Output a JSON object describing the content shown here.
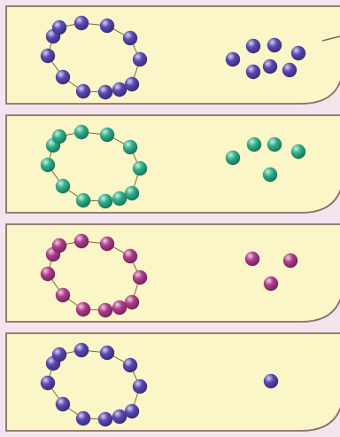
{
  "colors": {
    "background": "#f4e4ee",
    "panel_fill": "#fbf6c8",
    "panel_border": "#8a7067",
    "ring_line": "#7a6a3c",
    "pointer_line": "#6e5d55"
  },
  "panels": [
    {
      "ring_color": "#5a48b4",
      "free_color": "#5a48b4",
      "ring_bead_count": 12,
      "free_bead_count": 7,
      "free_arrangement": "cluster"
    },
    {
      "ring_color": "#2fb08a",
      "free_color": "#2fb08a",
      "ring_bead_count": 12,
      "free_bead_count": 5,
      "free_arrangement": "scattered"
    },
    {
      "ring_color": "#b03c8c",
      "free_color": "#b03c8c",
      "ring_bead_count": 12,
      "free_bead_count": 3,
      "free_arrangement": "triangle"
    },
    {
      "ring_color": "#5a48b4",
      "free_color": "#5a48b4",
      "ring_bead_count": 12,
      "free_bead_count": 1,
      "free_arrangement": "single"
    }
  ]
}
